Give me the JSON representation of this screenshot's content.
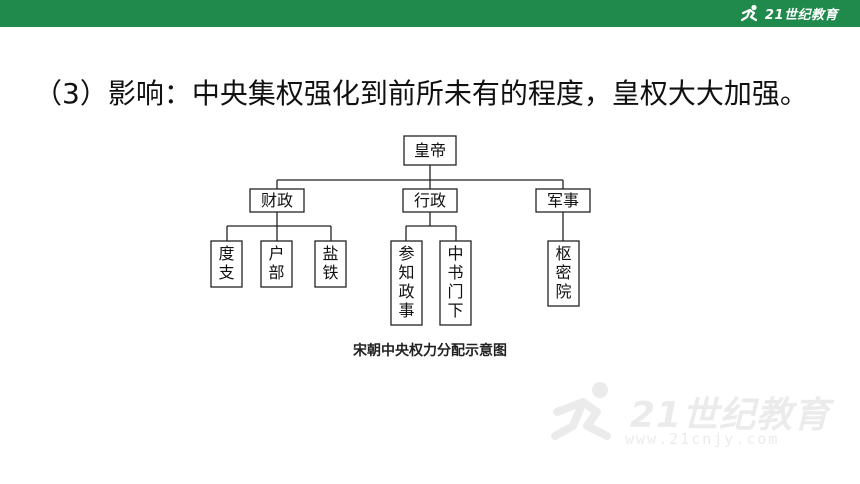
{
  "header": {
    "logo_text": "21世纪教育",
    "accent_color": "#1f8a4c"
  },
  "slide": {
    "heading": "（3）影响：中央集权强化到前所未有的程度，皇权大大加强。"
  },
  "diagram": {
    "root": "皇帝",
    "branches": [
      {
        "label": "财政",
        "children": [
          "度支",
          "户部",
          "盐铁"
        ]
      },
      {
        "label": "行政",
        "children": [
          "参知政事",
          "中书门下"
        ]
      },
      {
        "label": "军事",
        "children": [
          "枢密院"
        ]
      }
    ],
    "caption": "宋朝中央权力分配示意图"
  },
  "watermark": {
    "text": "21世纪教育",
    "url": "www.21cnjy.com"
  }
}
